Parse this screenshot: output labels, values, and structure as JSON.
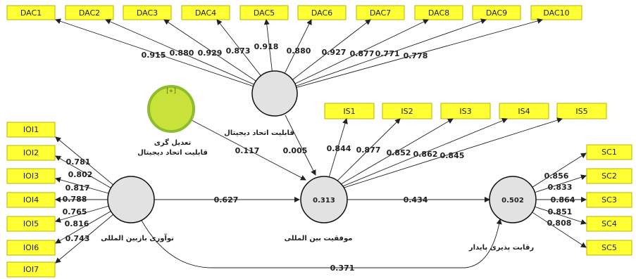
{
  "constructs": {
    "dac": {
      "label": "قابلیت اتحاد دیجیتال",
      "r2": ""
    },
    "moderator": {
      "label_line1": "تعدیل گری",
      "label_line2": "قابلیت اتحاد دیجیتال",
      "icon_text": "[+]"
    },
    "ioi": {
      "label": "نوآوری بازبین المللی",
      "r2": ""
    },
    "is": {
      "label": "موفقیت بین المللی",
      "r2": "0.313"
    },
    "sc": {
      "label": "رقابت پذیری پایدار",
      "r2": "0.502"
    }
  },
  "indicators": {
    "dac": [
      "DAC1",
      "DAC2",
      "DAC3",
      "DAC4",
      "DAC5",
      "DAC6",
      "DAC7",
      "DAC8",
      "DAC9",
      "DAC10"
    ],
    "is": [
      "IS1",
      "IS2",
      "IS3",
      "IS4",
      "IS5"
    ],
    "ioi": [
      "IOI1",
      "IOI2",
      "IOI3",
      "IOI4",
      "IOI5",
      "IOI6",
      "IOI7"
    ],
    "sc": [
      "SC1",
      "SC2",
      "SC3",
      "SC4",
      "SC5"
    ]
  },
  "loadings": {
    "dac": [
      "0.915",
      "0.880",
      "0.929",
      "0.873",
      "0.918",
      "0.880",
      "0.927",
      "0.877",
      "0.771",
      "0.778"
    ],
    "is": [
      "0.844",
      "0.877",
      "0.852",
      "0.862",
      "0.845"
    ],
    "ioi": [
      "0.781",
      "0.802",
      "0.817",
      "0.788",
      "0.765",
      "0.816",
      "0.743"
    ],
    "sc": [
      "0.856",
      "0.833",
      "0.864",
      "0.851",
      "0.808"
    ]
  },
  "paths": {
    "ioi_is": "0.627",
    "is_sc": "0.434",
    "ioi_sc": "0.371",
    "dac_is": "0.005",
    "mod_is": "0.117"
  }
}
